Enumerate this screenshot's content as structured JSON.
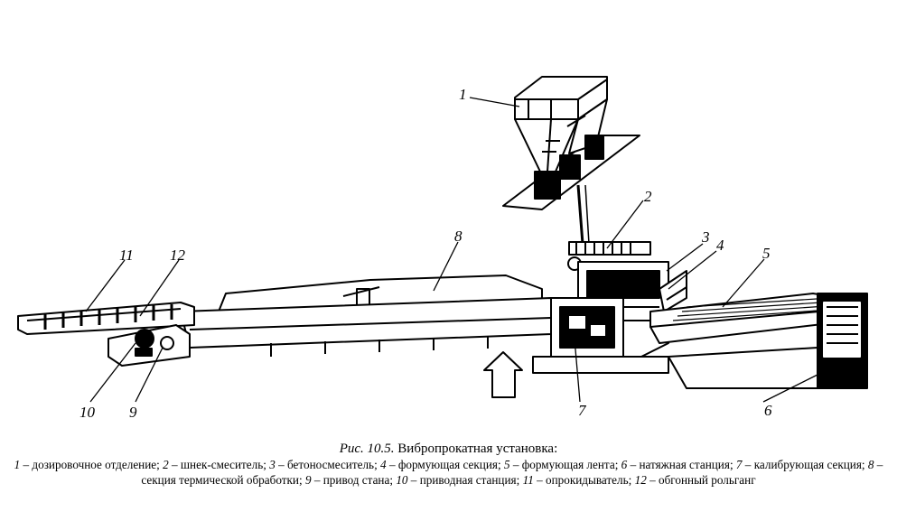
{
  "figure": {
    "labels": [
      "1",
      "2",
      "3",
      "4",
      "5",
      "6",
      "7",
      "8",
      "9",
      "10",
      "11",
      "12"
    ]
  },
  "caption": {
    "prefix": "Рис. 10.5.",
    "title": "Вибропрокатная установка:",
    "legend": [
      {
        "num": "1",
        "text": "дозировочное отделение"
      },
      {
        "num": "2",
        "text": "шнек-смеситель"
      },
      {
        "num": "3",
        "text": "бетоносмеситель"
      },
      {
        "num": "4",
        "text": "формующая секция"
      },
      {
        "num": "5",
        "text": "формующая лента"
      },
      {
        "num": "6",
        "text": "натяжная станция"
      },
      {
        "num": "7",
        "text": "калибрующая секция"
      },
      {
        "num": "8",
        "text": "секция термической обработки"
      },
      {
        "num": "9",
        "text": "привод стана"
      },
      {
        "num": "10",
        "text": "приводная станция"
      },
      {
        "num": "11",
        "text": "опрокидыватель"
      },
      {
        "num": "12",
        "text": "обгонный рольганг"
      }
    ]
  }
}
